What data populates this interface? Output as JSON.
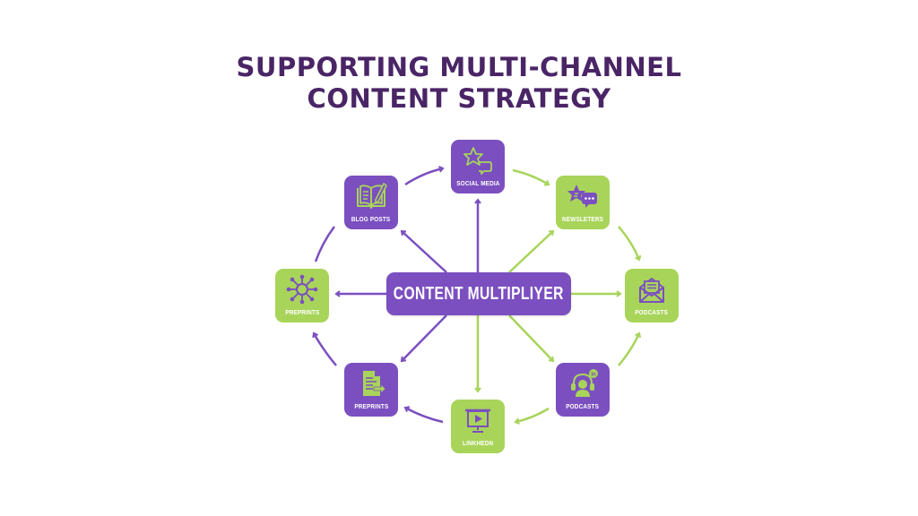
{
  "title": {
    "line1": "SUPPORTING MULTI-CHANNEL",
    "line2": "CONTENT STRATEGY"
  },
  "colors": {
    "purple": "#7b4fc0",
    "green": "#a8d45a",
    "title": "#4a2566"
  },
  "hub": {
    "label": "CONTENT MULTIPLIYER"
  },
  "nodes": [
    {
      "id": "social-media",
      "label": "SOCIAL MEDIA",
      "icon": "star-chat-icon",
      "color": "purple"
    },
    {
      "id": "newsletters",
      "label": "NEWSLETERS",
      "icon": "star-message-icon",
      "color": "green"
    },
    {
      "id": "podcasts-mail",
      "label": "PODCASTS",
      "icon": "envelope-icon",
      "color": "green"
    },
    {
      "id": "podcasts-headset",
      "label": "PODCASTS",
      "icon": "headset-user-icon",
      "color": "purple"
    },
    {
      "id": "linkedin",
      "label": "LINKHEDN",
      "icon": "presentation-screen-icon",
      "color": "green"
    },
    {
      "id": "preprints-doc",
      "label": "PREPRINTS",
      "icon": "document-export-icon",
      "color": "purple"
    },
    {
      "id": "preprints-network",
      "label": "PREPRINTS",
      "icon": "network-hub-icon",
      "color": "green"
    },
    {
      "id": "blog-posts",
      "label": "BLOG POSTS",
      "icon": "book-pen-icon",
      "color": "purple"
    }
  ]
}
